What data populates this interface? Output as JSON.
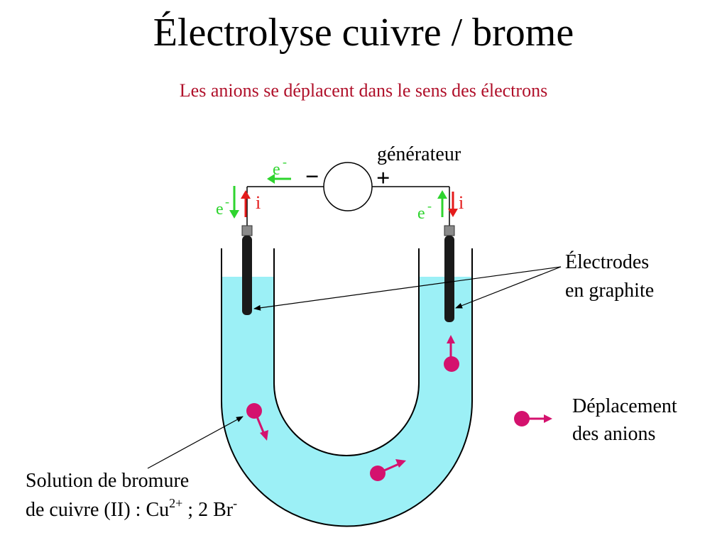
{
  "slide": {
    "title": "Électrolyse cuivre / brome",
    "subtitle": "Les anions se déplacent dans le sens des électrons"
  },
  "diagram": {
    "generator_label": "générateur",
    "minus_sign": "−",
    "plus_sign": "+",
    "electron_label": "e",
    "electron_charge": "-",
    "current_label": "i",
    "electrodes_label_line1": "Électrodes",
    "electrodes_label_line2": "en graphite",
    "legend_label_line1": "Déplacement",
    "legend_label_line2": "des anions",
    "solution_label_line1": "Solution de bromure",
    "solution_label_line2_prefix": "de cuivre (II)  : Cu",
    "solution_cu_charge": "2+",
    "solution_label_line2_mid": " ; 2 Br",
    "solution_br_charge": "-"
  },
  "colors": {
    "solution": "#9cf0f6",
    "electron_arrow": "#2ed42e",
    "current_arrow": "#e41b1b",
    "anion": "#d4126e",
    "subtitle": "#b0102a"
  }
}
